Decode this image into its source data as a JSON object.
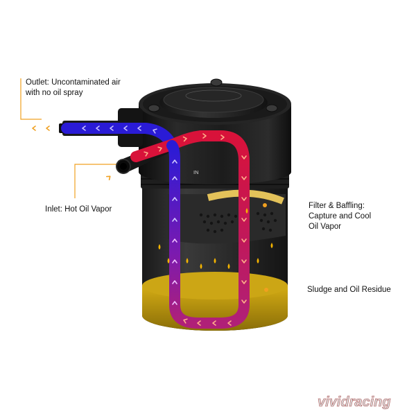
{
  "labels": {
    "outlet": [
      "Outlet: Uncontaminated air",
      "with no oil spray"
    ],
    "inlet": [
      "Inlet: Hot Oil Vapor"
    ],
    "filter": [
      "Filter & Baffling:",
      "Capture and Cool",
      "Oil Vapor"
    ],
    "sludge": [
      "Sludge and Oil Residue"
    ],
    "in_marker": "IN"
  },
  "watermark": "vividracing",
  "colors": {
    "accent": "#f0a020",
    "canister": "#1b1b1b",
    "oil": "#c9a30f",
    "flow_hot": "#d8123a",
    "flow_cool": "#2a1bd6",
    "droplet": "#f4b400"
  }
}
